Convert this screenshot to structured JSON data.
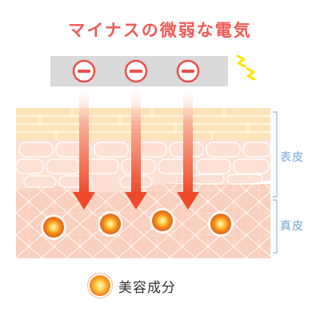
{
  "title": "マイナスの微弱な電気",
  "epidermis_label": "表皮",
  "dermis_label": "真皮",
  "legend_label": "美容成分",
  "colors": {
    "title": "#ee5a55",
    "label": "#6fa6d8",
    "electrode": "#d9d9d9",
    "minus_symbol": "#e8504a",
    "arrow": "#ee4a2a",
    "zigzag": "#ffe600",
    "stratum": "#fde3ba",
    "epidermis": "#fce0d4",
    "dermis": "#f9cfbd",
    "ingredient": "#f28c1c"
  },
  "icons": [
    "minus-icon",
    "zigzag-icon",
    "down-arrow-icon",
    "ingredient-dot-icon"
  ]
}
